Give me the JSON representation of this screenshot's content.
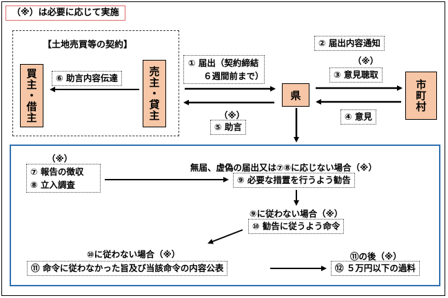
{
  "note": "（※）は必要に応じて実施",
  "contract_title": "【土地売買等の契約】",
  "buyer": "買主・借主",
  "seller": "売主・貸主",
  "advice_transmit": "⑥ 助言内容伝達",
  "notify": {
    "line1": "① 届出（契約締結",
    "line2": "６週間前まで）"
  },
  "prefecture": "県",
  "municipality": "市町村",
  "notify_content": "② 届出内容通知",
  "star": "（※）",
  "opinion_hearing": "③ 意見聴取",
  "opinion": "④ 意見",
  "advice": "⑤ 助言",
  "report": "⑦ 報告の徴収",
  "inspection": "⑧ 立入調査",
  "no_notify_condition": "無届、虚偽の届出又は⑦⑧に応じない場合（※）",
  "recommend": "⑨ 必要な措置を行うよう勧告",
  "not_follow_9": "⑨に従わない場合（※）",
  "order": "⑩ 勧告に従うよう命令",
  "not_follow_10": "⑩に従わない場合（※）",
  "publish": "⑪ 命令に従わなかった旨及び当該命令の内容公表",
  "after_11": "⑪の後（※）",
  "fine": "⑫ ５万円以下の過料"
}
